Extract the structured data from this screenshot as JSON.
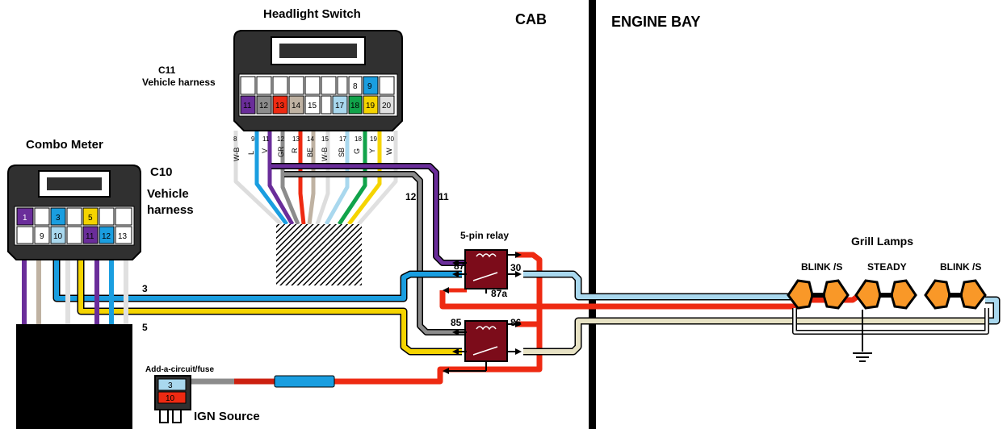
{
  "sections": {
    "cab": "CAB",
    "engine_bay": "ENGINE BAY"
  },
  "headlight_switch": {
    "title": "Headlight Switch",
    "connector_id": "C11",
    "connector_desc": "Vehicle harness",
    "top_row_pins": [
      "8",
      "9"
    ],
    "bottom_row_pins": [
      "11",
      "12",
      "13",
      "14",
      "15",
      "17",
      "18",
      "19",
      "20"
    ],
    "wire_numbers": [
      "8",
      "9",
      "11",
      "12",
      "13",
      "14",
      "15",
      "17",
      "18",
      "19",
      "20"
    ],
    "wire_colors": [
      "W-B",
      "L",
      "V",
      "GR",
      "R",
      "BE",
      "W-B",
      "SB",
      "G",
      "Y",
      "W"
    ]
  },
  "combo_meter": {
    "title": "Combo Meter",
    "connector_id": "C10",
    "connector_desc_line1": "Vehicle",
    "connector_desc_line2": "harness",
    "top_row_pins": [
      "1",
      "3",
      "5"
    ],
    "bottom_row_pins": [
      "9",
      "10",
      "11",
      "12",
      "13"
    ]
  },
  "relay": {
    "title": "5-pin relay",
    "pin_87": "87",
    "pin_30": "30",
    "pin_87a": "87a",
    "pin_85": "85",
    "pin_86": "86"
  },
  "wire_labels": {
    "w3": "3",
    "w5": "5",
    "w11": "11",
    "w12": "12"
  },
  "fuse": {
    "title": "Add-a-circuit/fuse",
    "top_value": "3",
    "bottom_value": "10",
    "source": "IGN Source"
  },
  "grill_lamps": {
    "title": "Grill Lamps",
    "left": "BLINK /S",
    "center": "STEADY",
    "right": "BLINK /S"
  },
  "colors": {
    "purple": "#6a2d9a",
    "blue": "#1a9ee0",
    "yellow": "#f5d400",
    "red": "#ee2a12",
    "gray": "#8c8c8c",
    "light_blue": "#a9d8ee",
    "beige": "#e7e2c4",
    "green": "#11a34a",
    "tan": "#bfb2a2",
    "relay": "#7c0c1a",
    "lamp": "#f99828"
  }
}
